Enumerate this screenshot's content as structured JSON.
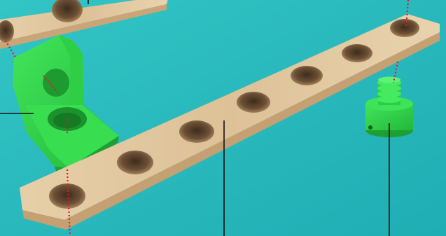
{
  "scene": {
    "subject": "wooden-strip-with-holes",
    "parts": [
      "long-wooden-strip",
      "upper-wooden-strip",
      "green-angle-bracket",
      "green-threaded-bolt"
    ],
    "colors": {
      "background": "#28bcc0",
      "wood": "#e2c79f",
      "wood_side": "#caa77a",
      "hole_dark": "#6b4f35",
      "green_part": "#33d84a",
      "green_shadow": "#1fae33",
      "guide_dots": "#e0183a",
      "leader_lines": "#111111"
    },
    "visible_holes_on_long_strip": 7
  }
}
